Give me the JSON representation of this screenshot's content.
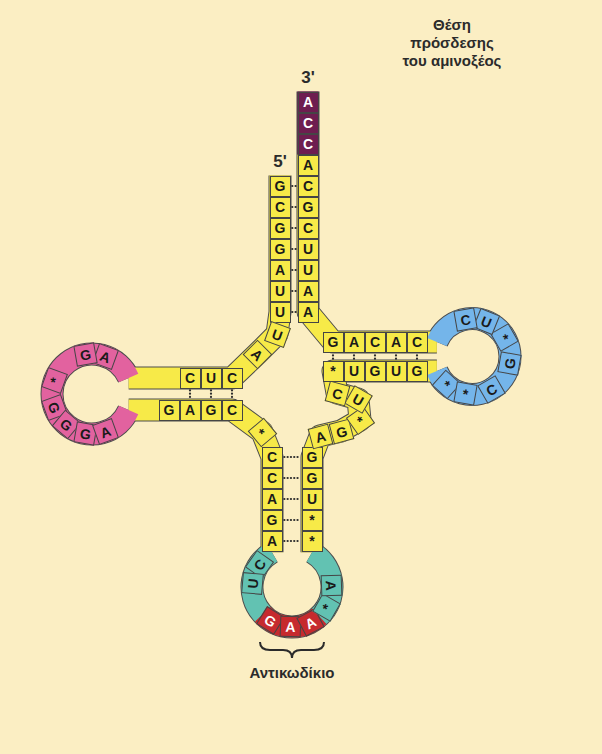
{
  "diagram": {
    "nodes": [
      {
        "text": [
          "G"
        ]
      },
      {
        "text": [
          "C"
        ]
      },
      {
        "text": [
          "G"
        ]
      },
      {
        "text": [
          "G"
        ]
      },
      {
        "text": [
          "A"
        ]
      },
      {
        "text": [
          "U"
        ]
      },
      {
        "text": [
          "U"
        ]
      },
      {
        "text": [
          "U"
        ]
      },
      {
        "text": [
          "A"
        ]
      },
      {
        "text": [
          "C"
        ]
      },
      {
        "text": [
          "U"
        ]
      },
      {
        "text": [
          "C"
        ]
      },
      {
        "text": [
          "A"
        ]
      },
      {
        "text": [
          "G"
        ]
      },
      {
        "text": [
          "*"
        ]
      },
      {
        "text": [
          "G"
        ]
      },
      {
        "text": [
          "G"
        ]
      },
      {
        "text": [
          "G"
        ]
      },
      {
        "text": [
          "A"
        ]
      },
      {
        "text": [
          "G"
        ]
      },
      {
        "text": [
          "A"
        ]
      },
      {
        "text": [
          "G"
        ]
      },
      {
        "text": [
          "C"
        ]
      },
      {
        "text": [
          "*"
        ]
      },
      {
        "text": [
          "C"
        ]
      },
      {
        "text": [
          "C"
        ]
      },
      {
        "text": [
          "A"
        ]
      },
      {
        "text": [
          "G"
        ]
      },
      {
        "text": [
          "A"
        ]
      },
      {
        "text": [
          "C"
        ]
      },
      {
        "text": [
          "U"
        ]
      },
      {
        "text": [
          "G"
        ]
      },
      {
        "text": [
          "A"
        ]
      },
      {
        "text": [
          "A"
        ]
      },
      {
        "text": [
          "*"
        ]
      },
      {
        "text": [
          "A"
        ]
      },
      {
        "text": [
          "*"
        ]
      },
      {
        "text": [
          "*"
        ]
      },
      {
        "text": [
          "U"
        ]
      },
      {
        "text": [
          "G"
        ]
      },
      {
        "text": [
          "G"
        ]
      },
      {
        "text": [
          "A"
        ]
      },
      {
        "text": [
          "G"
        ]
      },
      {
        "text": [
          "*"
        ]
      },
      {
        "text": [
          "U"
        ]
      },
      {
        "text": [
          "C"
        ]
      },
      {
        "text": [
          "*"
        ]
      },
      {
        "text": [
          "U"
        ]
      },
      {
        "text": [
          "G"
        ]
      },
      {
        "text": [
          "U"
        ]
      },
      {
        "text": [
          "G"
        ]
      },
      {
        "text": [
          "*"
        ]
      },
      {
        "text": [
          "*"
        ]
      },
      {
        "text": [
          "C"
        ]
      },
      {
        "text": [
          "G"
        ]
      },
      {
        "text": [
          "*"
        ]
      },
      {
        "text": [
          "U"
        ]
      },
      {
        "text": [
          "C"
        ]
      },
      {
        "text": [
          "C"
        ]
      },
      {
        "text": [
          "A"
        ]
      },
      {
        "text": [
          "C"
        ]
      },
      {
        "text": [
          "A"
        ]
      },
      {
        "text": [
          "G"
        ]
      },
      {
        "text": [
          "A"
        ]
      },
      {
        "text": [
          "A"
        ]
      },
      {
        "text": [
          "U"
        ]
      },
      {
        "text": [
          "U"
        ]
      },
      {
        "text": [
          "C"
        ]
      },
      {
        "text": [
          "G"
        ]
      },
      {
        "text": [
          "C"
        ]
      },
      {
        "text": [
          "A"
        ]
      },
      {
        "text": [
          "C"
        ]
      },
      {
        "text": [
          "C"
        ]
      },
      {
        "text": [
          "A"
        ]
      }
    ],
    "edges": [
      {
        "from": 0,
        "to": 69,
        "arrow": "none"
      },
      {
        "from": 1,
        "to": 68,
        "arrow": "none"
      },
      {
        "from": 2,
        "to": 67,
        "arrow": "none"
      },
      {
        "from": 3,
        "to": 66,
        "arrow": "none"
      },
      {
        "from": 4,
        "to": 65,
        "arrow": "none"
      },
      {
        "from": 5,
        "to": 64,
        "arrow": "none"
      },
      {
        "from": 6,
        "to": 63,
        "arrow": "none"
      },
      {
        "from": 11,
        "to": 20,
        "arrow": "none"
      },
      {
        "from": 10,
        "to": 21,
        "arrow": "none"
      },
      {
        "from": 9,
        "to": 22,
        "arrow": "none"
      },
      {
        "from": 24,
        "to": 40,
        "arrow": "none"
      },
      {
        "from": 25,
        "to": 39,
        "arrow": "none"
      },
      {
        "from": 26,
        "to": 38,
        "arrow": "none"
      },
      {
        "from": 27,
        "to": 37,
        "arrow": "none"
      },
      {
        "from": 28,
        "to": 36,
        "arrow": "none"
      },
      {
        "from": 46,
        "to": 62,
        "arrow": "none"
      },
      {
        "from": 47,
        "to": 61,
        "arrow": "none"
      },
      {
        "from": 48,
        "to": 60,
        "arrow": "none"
      },
      {
        "from": 49,
        "to": 59,
        "arrow": "none"
      },
      {
        "from": 50,
        "to": 58,
        "arrow": "none"
      }
    ],
    "labels": [
      "3'",
      "Θέση πρόσδεσης του αμινοξέος",
      "5'",
      "Αντικωδίκιο"
    ]
  }
}
